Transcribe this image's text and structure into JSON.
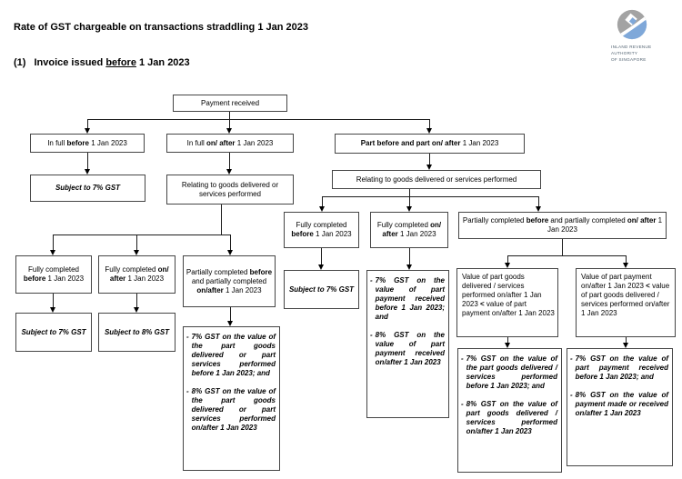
{
  "header": {
    "title": "Rate of GST chargeable on transactions straddling 1 Jan 2023",
    "item_number": "(1)",
    "subtitle_pre": "Invoice issued ",
    "subtitle_underline": "before",
    "subtitle_post": " 1 Jan 2023"
  },
  "logo": {
    "org_line1": "Inland Revenue",
    "org_line2": "Authority",
    "org_line3": "of Singapore",
    "gray": "#a3a3a3",
    "blue": "#7fa8d9"
  },
  "bullet_marker": "-",
  "nodes": {
    "payment": {
      "label": "Payment received"
    },
    "in_full_before": {
      "pre": "In full ",
      "bold": "before",
      "post": " 1 Jan 2023"
    },
    "in_full_on_after": {
      "pre": "In full ",
      "bold": "on/ after",
      "post": " 1 Jan 2023"
    },
    "part_before_part_after": {
      "bold": "Part before and part on/ after",
      "post": " 1 Jan 2023"
    },
    "subject_7_left": {
      "label": "Subject to 7% GST"
    },
    "relating_mid": {
      "label": "Relating to goods delivered or services performed"
    },
    "relating_right": {
      "label": "Relating to goods delivered or services performed"
    },
    "fully_before_mid": {
      "pre": "Fully completed ",
      "bold": "before",
      "post": " 1 Jan 2023"
    },
    "fully_after_mid": {
      "pre": "Fully completed ",
      "bold": "on/ after",
      "post": " 1 Jan 2023"
    },
    "partially_mid": {
      "s1": "Partially completed ",
      "b1": "before",
      "s2": " and partially completed ",
      "b2": "on/after",
      "s3": " 1 Jan 2023"
    },
    "subject_7_mid": {
      "label": "Subject to 7% GST"
    },
    "subject_8_mid": {
      "label": "Subject to 8% GST"
    },
    "result_mid": {
      "bullets": [
        "7% GST on the value of the part goods delivered or part services performed before 1 Jan 2023; and",
        "8% GST on the value of the part goods delivered or part services performed on/after 1 Jan 2023"
      ]
    },
    "fully_before_right": {
      "pre": "Fully completed ",
      "bold": "before",
      "post": " 1 Jan 2023"
    },
    "fully_after_right": {
      "pre": "Fully completed ",
      "bold": "on/ after",
      "post": " 1 Jan 2023"
    },
    "partially_right": {
      "s1": "Partially completed ",
      "b1": "before",
      "s2": " and partially completed ",
      "b2": "on/ after",
      "s3": " 1 Jan 2023"
    },
    "subject_7_right": {
      "label": "Subject to 7% GST"
    },
    "result_right_mid": {
      "bullets": [
        "7% GST on the value of part payment received before 1 Jan 2023; and",
        "8% GST on the value of part payment received on/after 1 Jan 2023"
      ]
    },
    "cond_left": {
      "s1": "Value of part goods delivered / services performed on/after 1 Jan 2023 ",
      "b1": "<",
      "s2": " value of part payment on/after 1 Jan 2023"
    },
    "cond_right": {
      "s1": "Value of part payment on/after 1 Jan 2023 ",
      "b1": "<",
      "s2": " value of part goods delivered / services performed on/after 1 Jan 2023"
    },
    "result_far_left": {
      "bullets": [
        "7% GST on the value of the part goods delivered / services performed before 1 Jan 2023; and",
        "8% GST on the value of part goods delivered / services performed on/after 1 Jan 2023"
      ]
    },
    "result_far_right": {
      "bullets": [
        "7% GST on the value of part payment received before 1 Jan 2023; and",
        "8% GST on the value of payment made or received on/after 1 Jan 2023"
      ]
    }
  }
}
